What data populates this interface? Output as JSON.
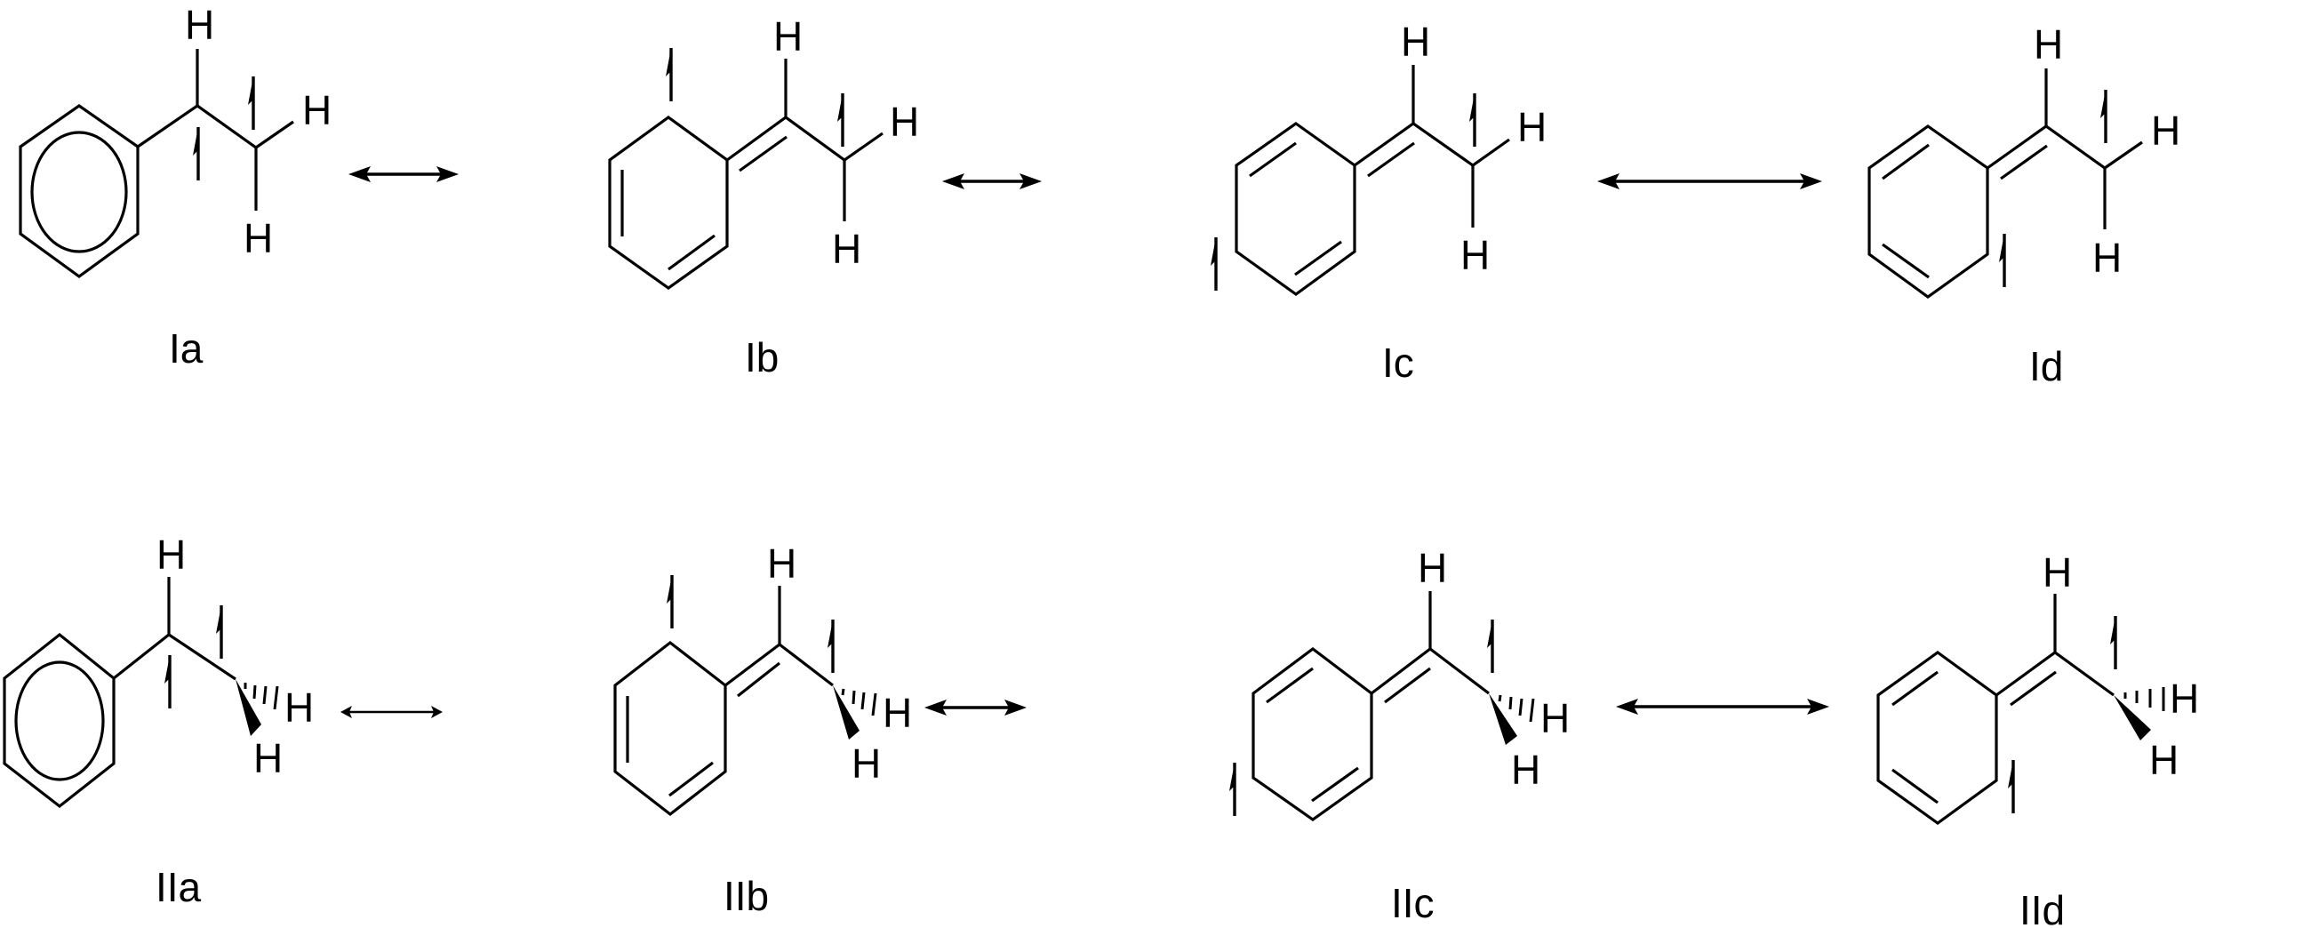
{
  "figure": {
    "description": "Resonance structures of the 1-phenylethyl / ethylbenzene radical species",
    "background": "#ffffff",
    "ink": "#000000",
    "atom_symbol": "H",
    "resonance_symbol": "double-headed-arrow",
    "rows": [
      {
        "row": "I",
        "structures": [
          {
            "id": "Ia",
            "label": "Ia",
            "ring": "aromatic-circle",
            "exocyclic_bond": "single",
            "h_labels": [
              "H",
              "H",
              "H"
            ]
          },
          {
            "id": "Ib",
            "label": "Ib",
            "ring": "cyclohexadiene-radical-para",
            "exocyclic_bond": "double",
            "h_labels": [
              "H",
              "H",
              "H"
            ]
          },
          {
            "id": "Ic",
            "label": "Ic",
            "ring": "cyclohexadiene-radical-meta",
            "exocyclic_bond": "double",
            "h_labels": [
              "H",
              "H",
              "H"
            ]
          },
          {
            "id": "Id",
            "label": "Id",
            "ring": "cyclohexadiene-radical-ortho",
            "exocyclic_bond": "double",
            "h_labels": [
              "H",
              "H",
              "H"
            ]
          }
        ]
      },
      {
        "row": "II",
        "structures": [
          {
            "id": "IIa",
            "label": "IIa",
            "ring": "aromatic-circle",
            "exocyclic_bond": "single",
            "stereo": "wedge-and-hash CH2",
            "h_labels": [
              "H",
              "H",
              "H"
            ]
          },
          {
            "id": "IIb",
            "label": "IIb",
            "ring": "cyclohexadiene-radical-para",
            "exocyclic_bond": "double",
            "stereo": "wedge-and-hash CH2",
            "h_labels": [
              "H",
              "H",
              "H"
            ]
          },
          {
            "id": "IIc",
            "label": "IIc",
            "ring": "cyclohexadiene-radical-meta",
            "exocyclic_bond": "double",
            "stereo": "wedge-and-hash CH2",
            "h_labels": [
              "H",
              "H",
              "H"
            ]
          },
          {
            "id": "IId",
            "label": "IId",
            "ring": "cyclohexadiene-radical-ortho",
            "exocyclic_bond": "double",
            "stereo": "wedge-and-hash CH2",
            "h_labels": [
              "H",
              "H",
              "H"
            ]
          }
        ]
      }
    ]
  },
  "labels": {
    "Ia": "Ia",
    "Ib": "Ib",
    "Ic": "Ic",
    "Id": "Id",
    "IIa": "IIa",
    "IIb": "IIb",
    "IIc": "IIc",
    "IId": "IId"
  },
  "atoms": {
    "H": "H"
  }
}
